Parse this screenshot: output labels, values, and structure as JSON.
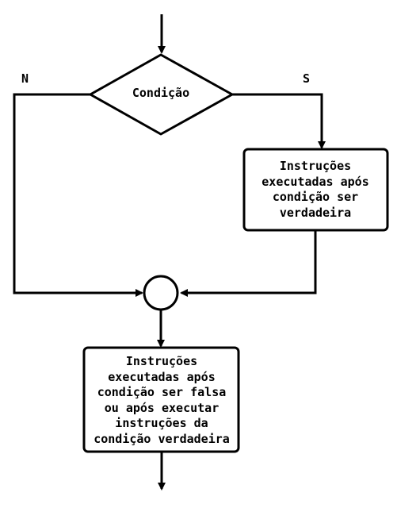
{
  "diagram": {
    "decision": {
      "label": "Condição"
    },
    "branch_labels": {
      "false": "N",
      "true": "S"
    },
    "true_block": {
      "label": "Instruções\nexecutadas após\ncondição ser\nverdadeira"
    },
    "final_block": {
      "label": "Instruções\nexecutadas após\ncondição ser falsa\nou após executar\ninstruções da\ncondição verdadeira"
    },
    "colors": {
      "stroke": "#000000",
      "fill": "#ffffff"
    }
  }
}
